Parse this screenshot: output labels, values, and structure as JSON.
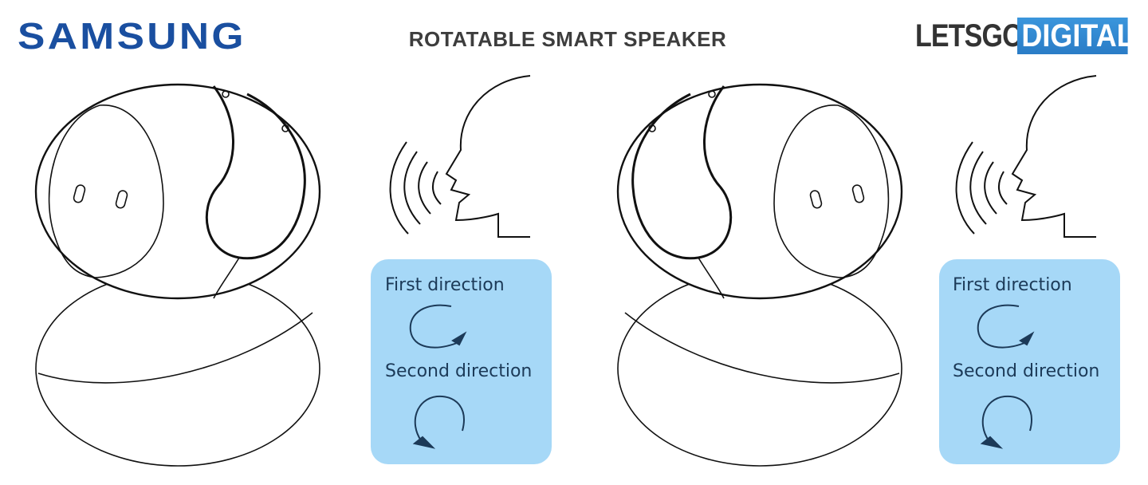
{
  "header": {
    "brand": "SAMSUNG",
    "title": "ROTATABLE SMART SPEAKER",
    "source_logo": {
      "part1": "LETSGO",
      "part2": "DIGITAL"
    }
  },
  "panels": [
    {
      "first_label": "First direction",
      "second_label": "Second direction"
    },
    {
      "first_label": "First direction",
      "second_label": "Second direction"
    }
  ],
  "colors": {
    "brand_blue": "#1a4fa0",
    "box": "#a6d8f7",
    "logo_blue": "#2f86d0",
    "text_dark": "#1c3a58"
  }
}
